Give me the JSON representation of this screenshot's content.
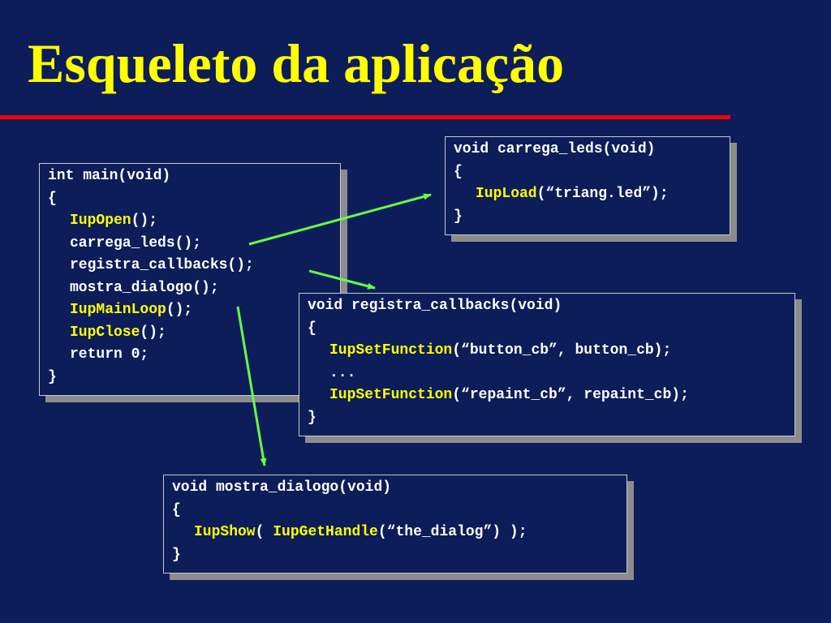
{
  "title": "Esqueleto da aplicação",
  "colors": {
    "background": "#0d1d5a",
    "title": "#ffff00",
    "rule": "#ff0000",
    "code": "#ffffff",
    "keyword": "#ffff00",
    "arrow": "#66ff44"
  },
  "main_box": {
    "header": "int main(void)",
    "open": "{",
    "iup_open": "IupOpen",
    "iup_open_rest": "();",
    "carrega": "carrega_leds();",
    "registra": "registra_callbacks();",
    "mostra": "mostra_dialogo();",
    "mainloop": "IupMainLoop",
    "mainloop_rest": "();",
    "close": "IupClose",
    "close_rest": "();",
    "ret": "return 0;",
    "close_brace": "}"
  },
  "leds_box": {
    "header": "void carrega_leds(void)",
    "open": "{",
    "load": "IupLoad",
    "load_rest": "(“triang.led”);",
    "close_brace": "}"
  },
  "callbacks_box": {
    "header": "void registra_callbacks(void)",
    "open": "{",
    "setfn1": "IupSetFunction",
    "setfn1_rest": "(“button_cb”, button_cb);",
    "ellipsis": "...",
    "setfn2": "IupSetFunction",
    "setfn2_rest": "(“repaint_cb”, repaint_cb);",
    "close_brace": "}"
  },
  "dialogo_box": {
    "header": "void mostra_dialogo(void)",
    "open": "{",
    "show": "IupShow",
    "show_mid": "( ",
    "gethandle": "IupGetHandle",
    "gethandle_rest": "(“the_dialog”) );",
    "close_brace": "}"
  }
}
